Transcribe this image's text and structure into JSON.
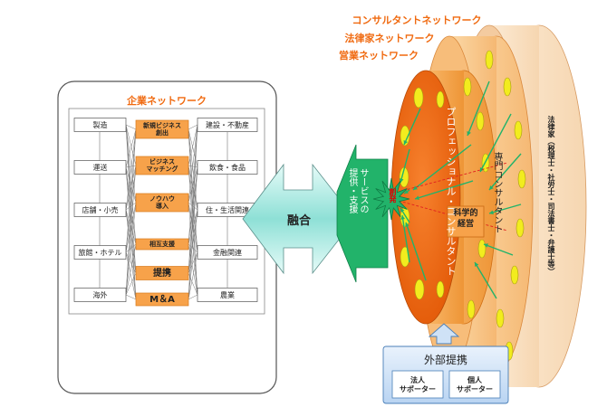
{
  "enterprise": {
    "title": "企業ネットワーク",
    "left_items": [
      "製造",
      "運送",
      "店舗・小売",
      "旅館・ホテル",
      "海外"
    ],
    "right_items": [
      "建設・不動産",
      "飲食・食品",
      "住・生活関連",
      "金融関連",
      "農業"
    ],
    "center_items": [
      "新規ビジネス\n創出",
      "ビジネス\nマッチング",
      "ノウハウ\n導入",
      "相互支援",
      "提携",
      "M＆A"
    ]
  },
  "fusion_label": "融合",
  "service_label": "サービスの\n提供・支援",
  "networks": [
    "コンサルタントネットワーク",
    "法律家ネットワーク",
    "営業ネットワーク"
  ],
  "creation_label": "創発",
  "professional_label": "プロフェッショナル・コンサルタント",
  "scientific_label": "科学的\n経営",
  "specialist_label": "専門コンサルタント",
  "lawyer_label": "法律家（税理士・社労士・司法書士・弁護士等）",
  "external": {
    "title": "外部提携",
    "boxes": [
      "法人\nサポーター",
      "個人\nサポーター"
    ]
  },
  "colors": {
    "orange_dark": "#f06a10",
    "orange_mid": "#f7a24a",
    "orange_light": "#f9cf9a",
    "peach": "#fbe3c7",
    "teal": "#8ee0d6",
    "green": "#20b36a",
    "yellow": "#f2ec1e",
    "blue_light": "#cfe2f6",
    "title_orange": "#f06a10"
  }
}
